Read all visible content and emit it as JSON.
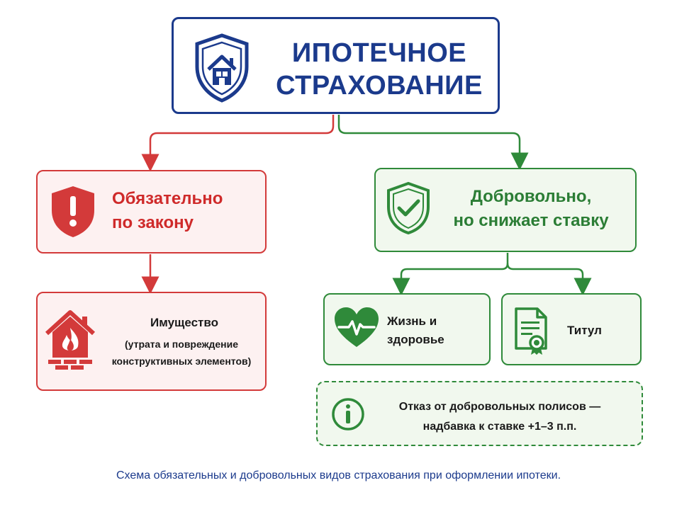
{
  "title": {
    "line1": "ИПОТЕЧНОЕ",
    "line2": "СТРАХОВАНИЕ",
    "icon": "shield-house-icon"
  },
  "mandatory": {
    "line1": "Обязательно",
    "line2": "по закону",
    "icon": "shield-exclamation-icon",
    "items": [
      {
        "title": "Имущество",
        "sub1": "(утрата и повреждение",
        "sub2": "конструктивных элементов)",
        "icon": "house-fire-icon"
      }
    ]
  },
  "voluntary": {
    "line1": "Добровольно,",
    "line2": "но снижает ставку",
    "icon": "shield-check-icon",
    "items": [
      {
        "line1": "Жизнь и",
        "line2": "здоровье",
        "icon": "heart-pulse-icon"
      },
      {
        "line1": "Титул",
        "icon": "document-seal-icon"
      }
    ],
    "note": {
      "line1": "Отказ от добровольных полисов —",
      "line2": "надбавка к ставке +1–3 п.п.",
      "icon": "info-icon"
    }
  },
  "caption": "Схема обязательных и добровольных видов страхования при оформлении ипотеки.",
  "colors": {
    "navy": "#1b3a8c",
    "red": "#d33a3a",
    "green": "#2f8a3a",
    "red_fill": "#fdf1f1",
    "green_fill": "#f1f8ee"
  }
}
